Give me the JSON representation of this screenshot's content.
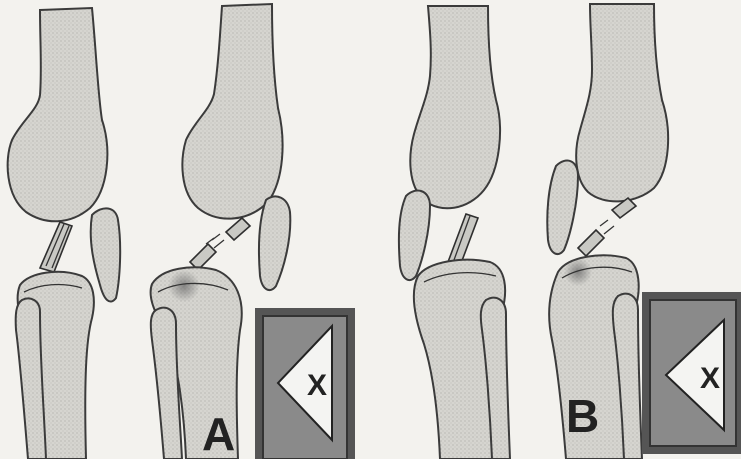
{
  "panels": [
    {
      "id": "A",
      "label": "A",
      "badge_text": "X"
    },
    {
      "id": "B",
      "label": "B",
      "badge_text": "X"
    }
  ],
  "colors": {
    "background": "#f3f2ee",
    "bone_fill": "#d8d7d2",
    "outline": "#3b3b3b",
    "badge_dark": "#555555",
    "badge_mid": "#8a8a8a"
  }
}
